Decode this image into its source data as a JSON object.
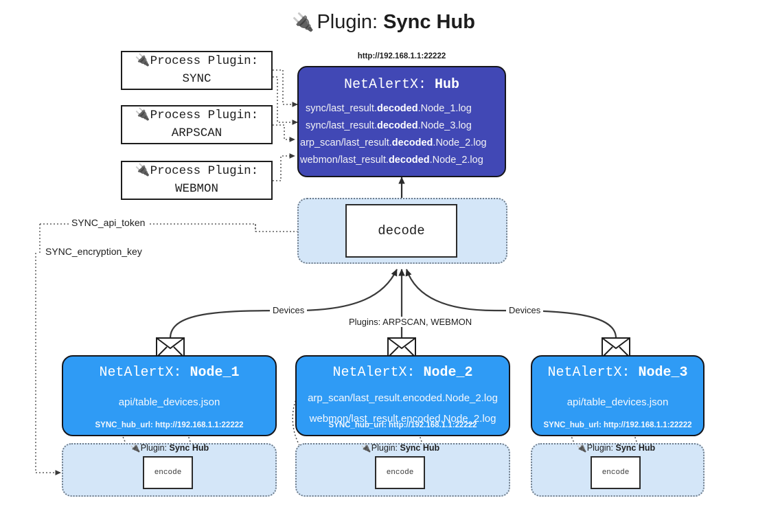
{
  "title": {
    "icon": "plug-icon",
    "prefix": "Plugin:",
    "name": "Sync Hub"
  },
  "process_plugins": [
    {
      "icon": "plug-icon",
      "line1": "Process Plugin:",
      "line2": "SYNC"
    },
    {
      "icon": "plug-icon",
      "line1": "Process Plugin:",
      "line2": "ARPSCAN"
    },
    {
      "icon": "plug-icon",
      "line1": "Process Plugin:",
      "line2": "WEBMON"
    }
  ],
  "hub": {
    "url": "http://192.168.1.1:22222",
    "title_prefix": "NetAlertX:",
    "title_name": "Hub",
    "log_lines": [
      {
        "pre": "sync/last_result.",
        "strong": "decoded",
        "post": ".Node_1.log"
      },
      {
        "pre": "sync/last_result.",
        "strong": "decoded",
        "post": ".Node_3.log"
      },
      {
        "pre": "arp_scan/last_result.",
        "strong": "decoded",
        "post": ".Node_2.log"
      },
      {
        "pre": "webmon/last_result.",
        "strong": "decoded",
        "post": ".Node_2.log"
      }
    ],
    "fill_color": "#4148b5"
  },
  "decode": {
    "label": "decode",
    "group_fill": "#d4e6f8"
  },
  "secrets": [
    {
      "label": "SYNC_api_token"
    },
    {
      "label": "SYNC_encryption_key"
    }
  ],
  "edge_labels": {
    "left_devices": "Devices",
    "middle_plugins": "Plugins: ARPSCAN, WEBMON",
    "right_devices": "Devices"
  },
  "nodes": [
    {
      "title_prefix": "NetAlertX:",
      "title_name": "Node_1",
      "lines": [
        "api/table_devices.json"
      ],
      "footer": "SYNC_hub_url: http://192.168.1.1:22222",
      "fill_color": "#2f9bf5"
    },
    {
      "title_prefix": "NetAlertX:",
      "title_name": "Node_2",
      "lines": [
        "arp_scan/last_result.encoded.Node_2.log",
        "webmon/last_result.encoded.Node_2.log"
      ],
      "footer": "SYNC_hub_url: http://192.168.1.1:22222",
      "fill_color": "#2f9bf5"
    },
    {
      "title_prefix": "NetAlertX:",
      "title_name": "Node_3",
      "lines": [
        "api/table_devices.json"
      ],
      "footer": "SYNC_hub_url: http://192.168.1.1:22222",
      "fill_color": "#2f9bf5"
    }
  ],
  "encoders": [
    {
      "caption_prefix": "Plugin:",
      "caption_name": "Sync Hub",
      "label": "encode"
    },
    {
      "caption_prefix": "Plugin:",
      "caption_name": "Sync Hub",
      "label": "encode"
    },
    {
      "caption_prefix": "Plugin:",
      "caption_name": "Sync Hub",
      "label": "encode"
    }
  ]
}
